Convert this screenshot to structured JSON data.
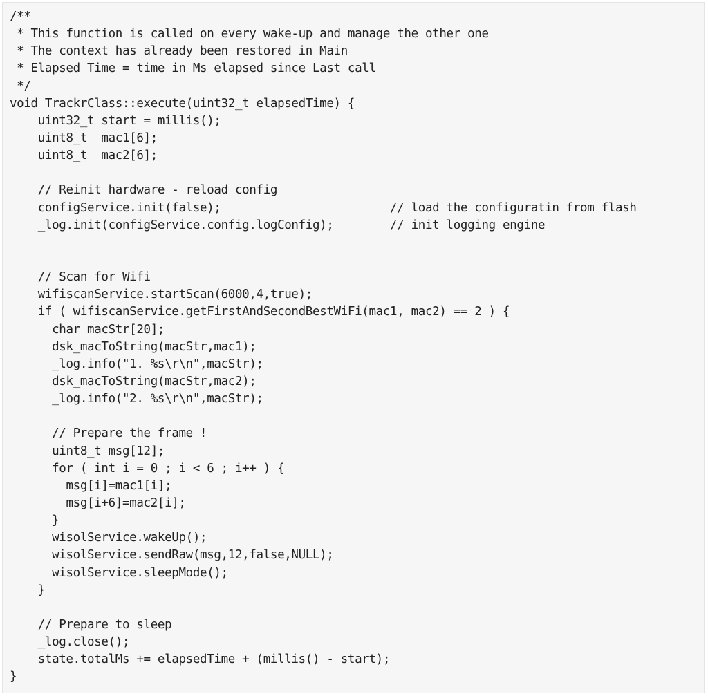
{
  "code": {
    "lines": [
      "/**",
      " * This function is called on every wake-up and manage the other one",
      " * The context has already been restored in Main",
      " * Elapsed Time = time in Ms elapsed since Last call",
      " */",
      "void TrackrClass::execute(uint32_t elapsedTime) {",
      "    uint32_t start = millis();",
      "    uint8_t  mac1[6];",
      "    uint8_t  mac2[6];",
      "",
      "    // Reinit hardware - reload config",
      "    configService.init(false);                        // load the configuratin from flash",
      "    _log.init(configService.config.logConfig);        // init logging engine",
      "",
      "",
      "    // Scan for Wifi",
      "    wifiscanService.startScan(6000,4,true);",
      "    if ( wifiscanService.getFirstAndSecondBestWiFi(mac1, mac2) == 2 ) {",
      "      char macStr[20];",
      "      dsk_macToString(macStr,mac1);",
      "      _log.info(\"1. %s\\r\\n\",macStr);",
      "      dsk_macToString(macStr,mac2);",
      "      _log.info(\"2. %s\\r\\n\",macStr);",
      "",
      "      // Prepare the frame !",
      "      uint8_t msg[12];",
      "      for ( int i = 0 ; i < 6 ; i++ ) {",
      "        msg[i]=mac1[i];",
      "        msg[i+6]=mac2[i];",
      "      }",
      "      wisolService.wakeUp();",
      "      wisolService.sendRaw(msg,12,false,NULL);",
      "      wisolService.sleepMode();",
      "    }",
      "",
      "    // Prepare to sleep",
      "    _log.close();",
      "    state.totalMs += elapsedTime + (millis() - start);",
      "}"
    ]
  }
}
